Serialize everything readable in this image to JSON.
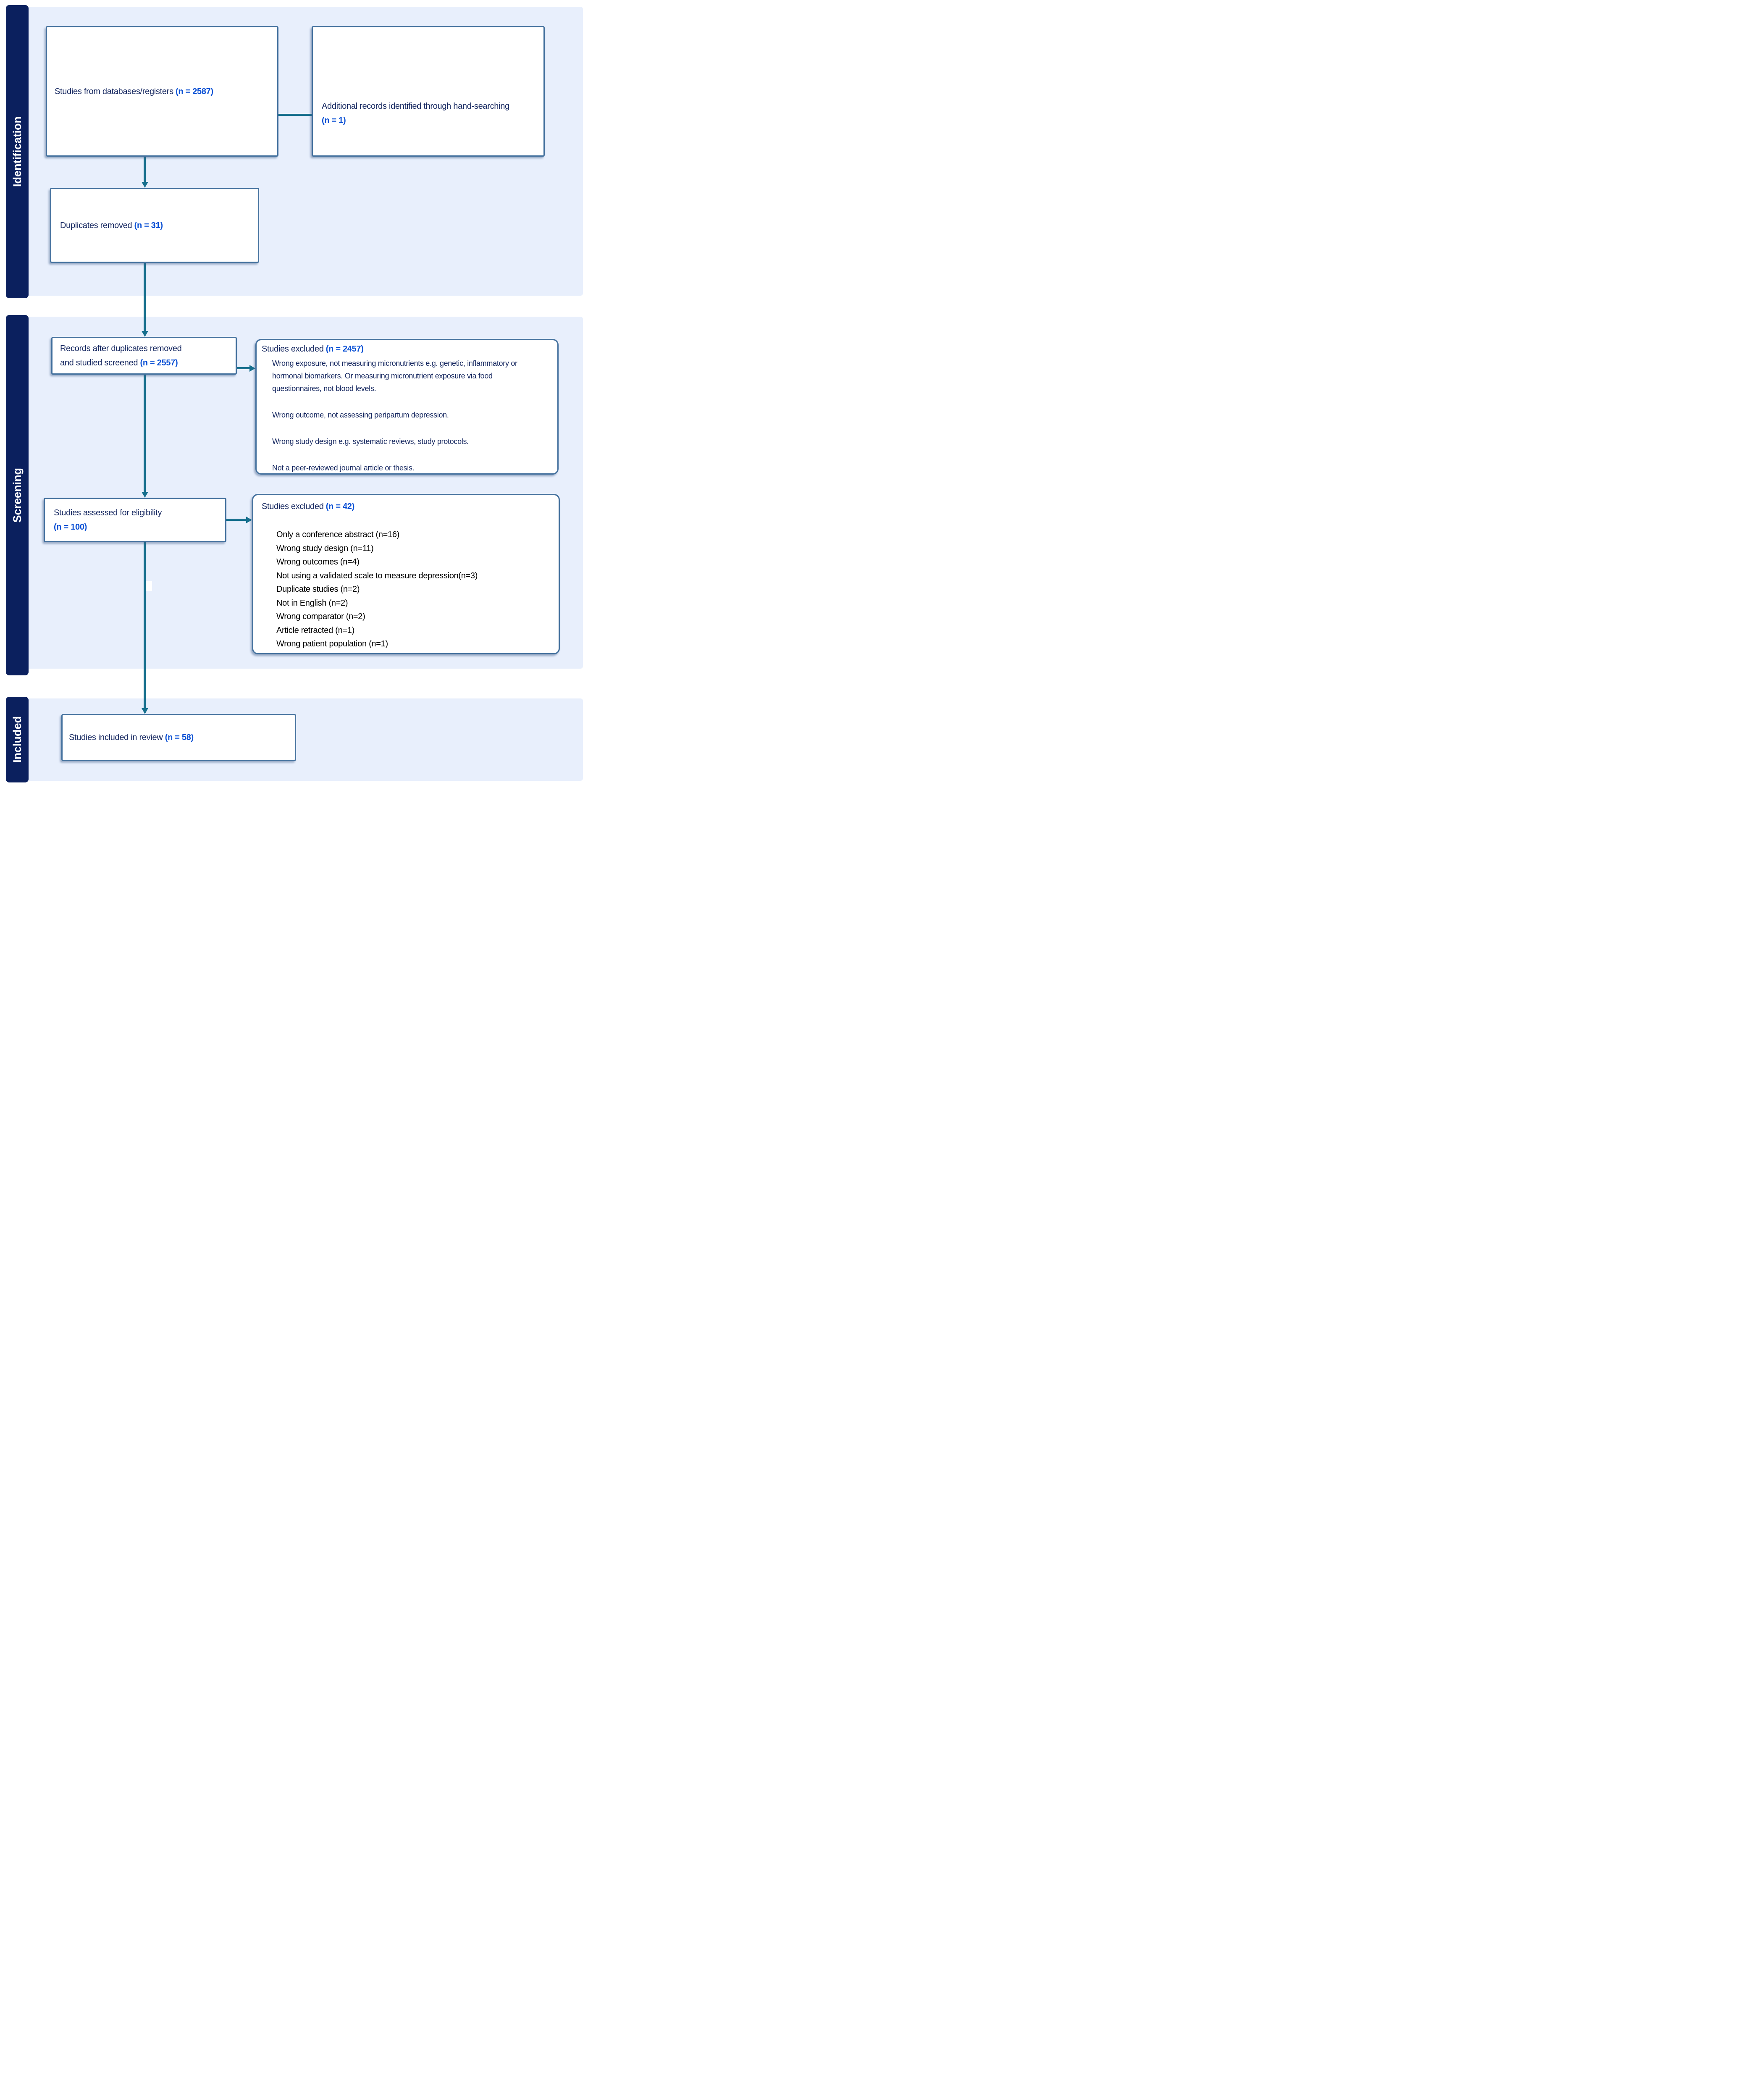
{
  "figure": {
    "stages": {
      "identification": "Identification",
      "screening": "Screening",
      "included": "Included"
    },
    "boxes": {
      "databases": {
        "label": "Studies from databases/registers ",
        "n": "(n = 2587)"
      },
      "handsearch": {
        "label": "Additional records identified through hand-searching ",
        "n": "(n = 1)"
      },
      "duplicates": {
        "label": "Duplicates removed ",
        "n": "(n = 31)"
      },
      "screened": {
        "label": "Records after duplicates removed and studied screened ",
        "n": "(n = 2557)"
      },
      "excluded_screening": {
        "label": "Studies excluded ",
        "n": "(n = 2457)",
        "reasons": [
          "Wrong exposure, not measuring micronutrients e.g. genetic, inflammatory or hormonal biomarkers. Or measuring micronutrient exposure via food questionnaires, not blood levels.",
          "Wrong outcome, not assessing peripartum depression.",
          "Wrong study design e.g. systematic reviews, study protocols.",
          "Not a peer-reviewed journal article or thesis."
        ]
      },
      "eligibility": {
        "label": "Studies assessed for eligibility",
        "n": "(n = 100)"
      },
      "excluded_eligibility": {
        "label": "Studies excluded ",
        "n": "(n = 42)",
        "reasons": [
          "Only a conference abstract (n=16)",
          "Wrong study design (n=11)",
          "Wrong outcomes (n=4)",
          "Not using a validated scale to measure depression(n=3)",
          "Duplicate studies (n=2)",
          "Not in English (n=2)",
          "Wrong comparator (n=2)",
          "Article retracted (n=1)",
          "Wrong patient population (n=1)"
        ]
      },
      "included_review": {
        "label": "Studies included in review ",
        "n": "(n = 58)"
      }
    },
    "colors": {
      "panel_bg": "#e8effc",
      "sidebar_bg": "#0b205e",
      "box_border": "#44719e",
      "text_navy": "#14265f",
      "n_blue": "#0a50d4",
      "arrow_teal": "#166f8d",
      "list_text": "#000000"
    }
  }
}
